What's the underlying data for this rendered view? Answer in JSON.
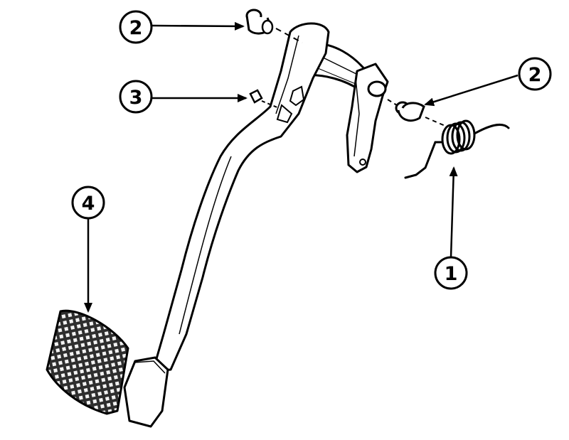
{
  "callouts": [
    {
      "id": "c2-top",
      "label": "2"
    },
    {
      "id": "c3",
      "label": "3"
    },
    {
      "id": "c2-right",
      "label": "2"
    },
    {
      "id": "c1",
      "label": "1"
    },
    {
      "id": "c4",
      "label": "4"
    }
  ],
  "colors": {
    "ink": "#000000",
    "background": "#ffffff",
    "pad_fill": "#333333"
  }
}
